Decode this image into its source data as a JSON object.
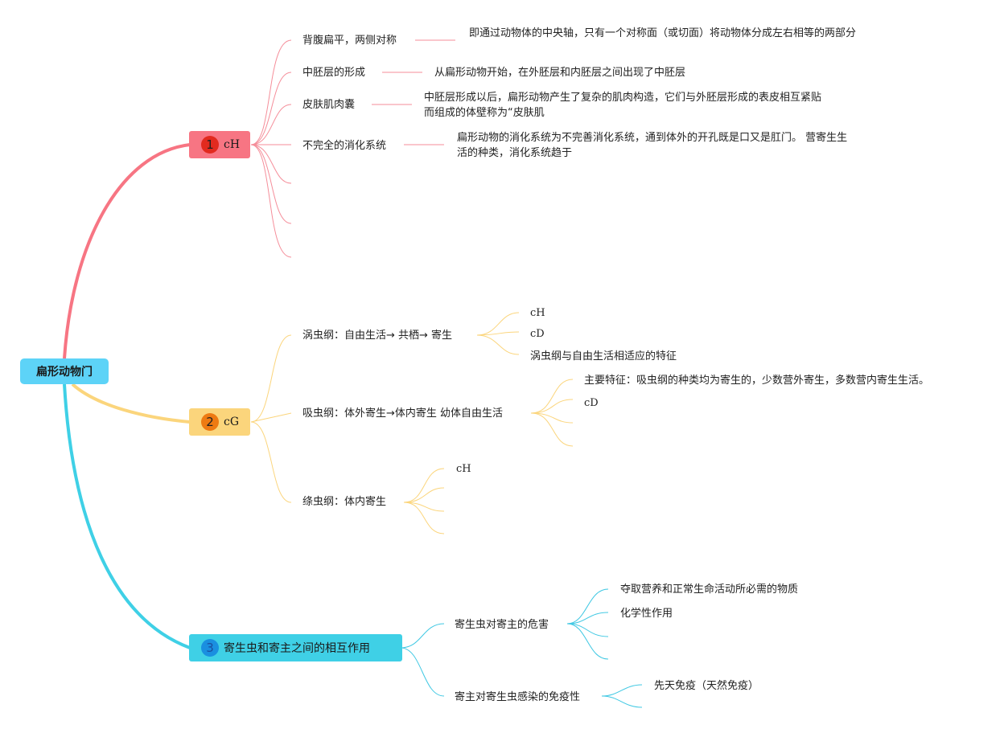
{
  "root": {
    "label": "扁形动物门"
  },
  "colors": {
    "branch1": "#f77583",
    "branch2": "#fbd57c",
    "branch3": "#3fd0e6"
  },
  "branch1": {
    "number": "1",
    "label": "cH",
    "items": [
      {
        "label": "背腹扁平，两侧对称",
        "detail": "即通过动物体的中央轴，只有一个对称面（或切面）将动物体分成左右相等的两部分"
      },
      {
        "label": "中胚层的形成",
        "detail": "从扁形动物开始，在外胚层和内胚层之间出现了中胚层"
      },
      {
        "label": "皮肤肌肉囊",
        "detail": "中胚层形成以后，扁形动物产生了复杂的肌肉构造，它们与外胚层形成的表皮相互紧贴而组成的体壁称为“皮肤肌"
      },
      {
        "label": "不完全的消化系统",
        "detail": "扁形动物的消化系统为不完善消化系统，通到体外的开孔既是口又是肛门。 营寄生生活的种类，消化系统趋于"
      }
    ]
  },
  "branch2": {
    "number": "2",
    "label": "cG",
    "items": [
      {
        "label": "涡虫纲：自由生活→ 共栖→ 寄生",
        "children": [
          "cH",
          "cD",
          "涡虫纲与自由生活相适应的特征"
        ]
      },
      {
        "label": "吸虫纲：体外寄生→体内寄生 幼体自由生活",
        "children": [
          "主要特征：吸虫纲的种类均为寄生的，少数营外寄生，多数营内寄生生活。",
          "cD"
        ]
      },
      {
        "label": "绦虫纲：体内寄生",
        "children": [
          "cH"
        ]
      }
    ]
  },
  "branch3": {
    "number": "3",
    "label": "寄生虫和寄主之间的相互作用",
    "items": [
      {
        "label": "寄生虫对寄主的危害",
        "children": [
          "夺取营养和正常生命活动所必需的物质",
          "化学性作用"
        ]
      },
      {
        "label": "寄主对寄生虫感染的免疫性",
        "children": [
          "先天免疫（天然免疫）"
        ]
      }
    ]
  }
}
